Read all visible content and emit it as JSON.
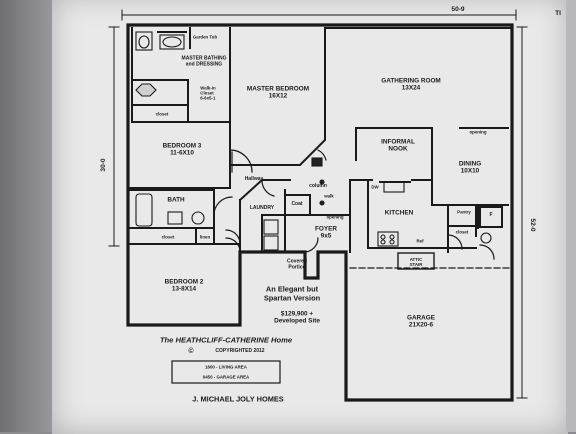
{
  "corner_label": "TI",
  "dimensions": {
    "top": "50-9",
    "left": "30-0",
    "right": "52-0"
  },
  "rooms": {
    "garden_tub": "Garden Tub",
    "master_bathing": "MASTER BATHING\nand DRESSING",
    "walkin_closet": "Walk-in\nCloset\n6-6x5-1",
    "closet_master": "closet",
    "master_bedroom": "MASTER BEDROOM\n16X12",
    "gathering_room": "GATHERING ROOM\n13X24",
    "bedroom3": "BEDROOM 3\n11-6X10",
    "informal_nook": "INFORMAL\nNOOK",
    "opening_right": "opening",
    "dining": "DINING\n10X10",
    "hallway": "Hallway",
    "column": "column",
    "walk": "walk",
    "dw": "DW",
    "coat": "Coat",
    "laundry": "LAUNDRY",
    "opening_foyer": "opening",
    "bath": "BATH",
    "kitchen": "KITCHEN",
    "pantry": "Pantry",
    "f_mark": "F",
    "closet_right": "closet",
    "closet_bath": "closet",
    "linen": "linen",
    "foyer": "FOYER\n9x5",
    "ref": "Ref",
    "attic_stair": "ATTIC\nSTAIR",
    "covered_portico": "Covered\nPortico",
    "bedroom2": "BEDROOM 2\n13-8X14",
    "garage": "GARAGE\n21X20-6"
  },
  "notes": {
    "tagline": "An Elegant but\nSpartan Version",
    "price": "$129,900 +\nDeveloped Site",
    "home_name": "The HEATHCLIFF-CATHERINE Home",
    "copyright_symbol": "©",
    "copyright": "COPYRIGHTED 2012",
    "area_living": "1600 - LIVING AREA",
    "area_garage": "0450 - GARAGE AREA",
    "builder": "J. MICHAEL JOLY HOMES"
  }
}
